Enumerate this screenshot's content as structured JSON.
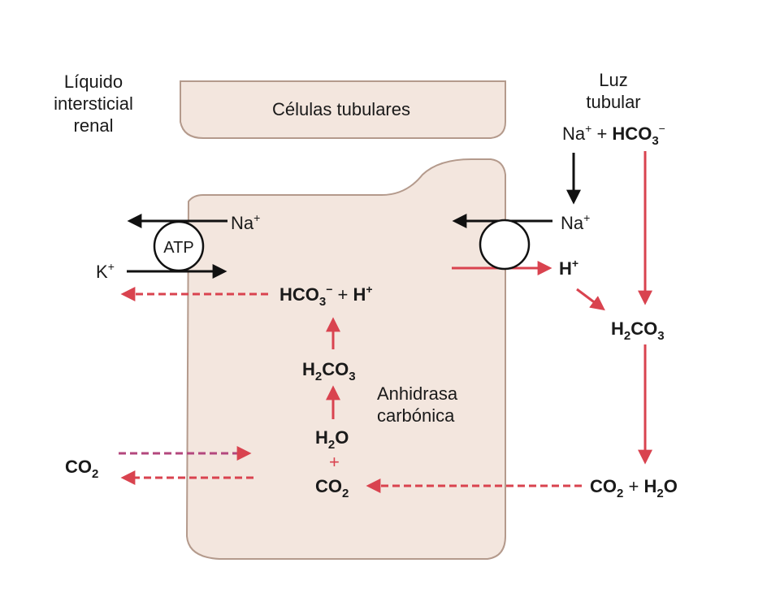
{
  "colors": {
    "cell_fill": "#f3e6de",
    "cell_stroke": "#b49a8c",
    "red": "#d9434f",
    "magenta": "#b3477d",
    "black": "#111111"
  },
  "labels": {
    "interstitial": [
      "Líquido",
      "intersticial",
      "renal"
    ],
    "lumen": [
      "Luz",
      "tubular"
    ],
    "cells": "Células tubulares",
    "enzyme": [
      "Anhidrasa",
      "carbónica"
    ],
    "atp": "ATP"
  },
  "chem": {
    "na_plus": "Na",
    "k_plus": "K",
    "h_plus": "H",
    "hco3": "HCO",
    "h2co3": "H",
    "co2": "CO",
    "h2o": "H",
    "plus_sign": "+",
    "minus_sign": "−",
    "sub_2": "2",
    "sub_3": "3",
    "sub_co3": "CO",
    "sub_o": "O"
  },
  "icons": {
    "pump": "atp-pump-circle",
    "antiporter": "antiporter-circle"
  }
}
